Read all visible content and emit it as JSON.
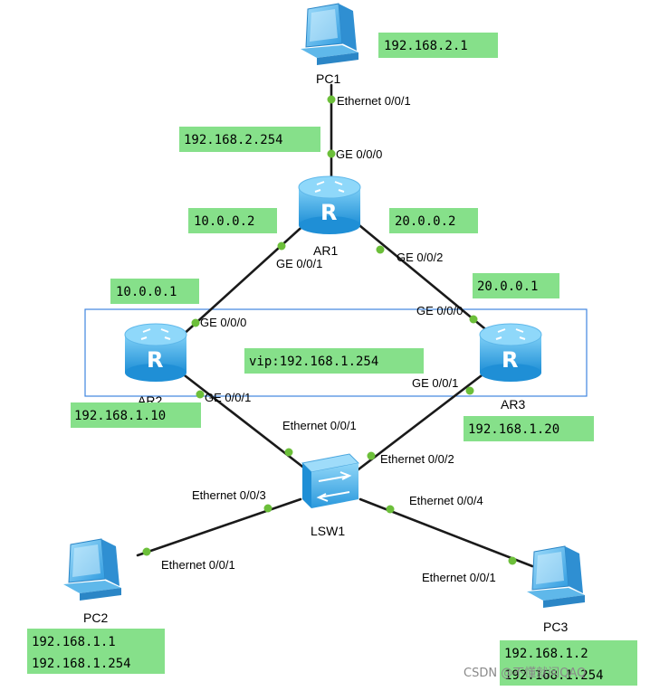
{
  "colors": {
    "label_bg": "#86e08a",
    "link": "#1a1a1a",
    "port_dot": "#6cbf3a",
    "vrrp_box": "#3f86e0",
    "router_body": "#3aa7e6",
    "pc_screen": "#4fb8ee"
  },
  "nodes": {
    "pc1": "PC1",
    "ar1": "AR1",
    "ar2": "AR2",
    "ar3": "AR3",
    "lsw1": "LSW1",
    "pc2": "PC2",
    "pc3": "PC3"
  },
  "ips": {
    "pc1": "192.168.2.1",
    "ar1_ge000": "192.168.2.254",
    "ar1_ge001": "10.0.0.2",
    "ar1_ge002": "20.0.0.2",
    "ar2_ge000": "10.0.0.1",
    "ar3_ge000": "20.0.0.1",
    "vip": "vip:192.168.1.254",
    "ar2_ge001": "192.168.1.10",
    "ar3_ge001": "192.168.1.20",
    "pc2_ip": "192.168.1.1",
    "pc2_gw": "192.168.1.254",
    "pc3_ip": "192.168.1.2",
    "pc3_gw": "192.168.1.254"
  },
  "ports": {
    "pc1_eth": "Ethernet 0/0/1",
    "ar1_ge000": "GE 0/0/0",
    "ar1_ge001": "GE 0/0/1",
    "ar1_ge002": "GE 0/0/2",
    "ar2_ge000": "GE 0/0/0",
    "ar3_ge000": "GE 0/0/0",
    "ar2_ge001": "GE 0/0/1",
    "ar3_ge001": "GE 0/0/1",
    "lsw_eth1": "Ethernet 0/0/1",
    "lsw_eth2": "Ethernet 0/0/2",
    "lsw_eth3": "Ethernet 0/0/3",
    "lsw_eth4": "Ethernet 0/0/4",
    "pc2_eth": "Ethernet 0/0/1",
    "pc3_eth": "Ethernet 0/0/1"
  },
  "watermark": "CSDN @不懂就问QAQ"
}
